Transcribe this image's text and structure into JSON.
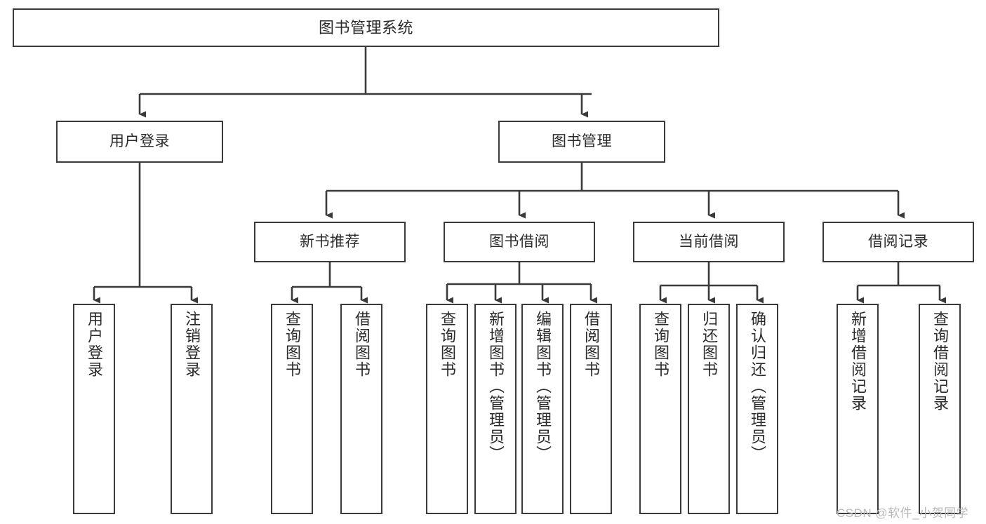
{
  "diagram": {
    "title": "图书管理系统",
    "type": "tree-hierarchy",
    "nodes": {
      "root": {
        "label": "图书管理系统"
      },
      "level2": [
        {
          "id": "user-login",
          "label": "用户登录"
        },
        {
          "id": "book-manage",
          "label": "图书管理"
        }
      ],
      "level3": [
        {
          "id": "new-book-recommend",
          "label": "新书推荐"
        },
        {
          "id": "book-borrow",
          "label": "图书借阅"
        },
        {
          "id": "current-borrow",
          "label": "当前借阅"
        },
        {
          "id": "borrow-record",
          "label": "借阅记录"
        }
      ],
      "leaves": {
        "user-login": [
          {
            "id": "leaf-user-login",
            "label": "用户登录"
          },
          {
            "id": "leaf-logout-login",
            "label": "注销登录"
          }
        ],
        "new-book-recommend": [
          {
            "id": "leaf-query-book-1",
            "label": "查询图书"
          },
          {
            "id": "leaf-borrow-book-1",
            "label": "借阅图书"
          }
        ],
        "book-borrow": [
          {
            "id": "leaf-query-book-2",
            "label": "查询图书"
          },
          {
            "id": "leaf-add-book",
            "label": "新增图书（管理员）"
          },
          {
            "id": "leaf-edit-book",
            "label": "编辑图书（管理员）"
          },
          {
            "id": "leaf-borrow-book-2",
            "label": "借阅图书"
          }
        ],
        "current-borrow": [
          {
            "id": "leaf-query-book-3",
            "label": "查询图书"
          },
          {
            "id": "leaf-return-book",
            "label": "归还图书"
          },
          {
            "id": "leaf-confirm-return",
            "label": "确认归还（管理员）"
          }
        ],
        "borrow-record": [
          {
            "id": "leaf-add-record",
            "label": "新增借阅记录"
          },
          {
            "id": "leaf-query-record",
            "label": "查询借阅记录"
          }
        ]
      }
    },
    "watermark": "CSDN @软件_小贺同学",
    "colors": {
      "border": "#3a3a3a",
      "text": "#2b2b2b",
      "background": "#ffffff",
      "watermark": "#b9b9b9"
    }
  }
}
